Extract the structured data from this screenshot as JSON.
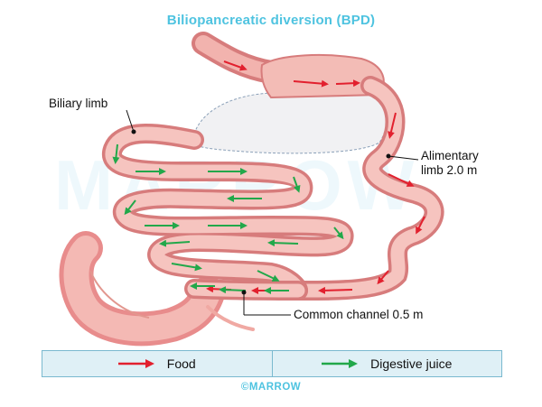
{
  "title": "Biliopancreatic diversion (BPD)",
  "labels": {
    "biliary_limb": "Biliary limb",
    "alimentary_line1": "Alimentary",
    "alimentary_line2": "limb 2.0 m",
    "common_channel": "Common channel 0.5 m"
  },
  "legend": {
    "food_label": "Food",
    "juice_label": "Digestive juice",
    "food_color": "#e2202e",
    "juice_color": "#22a84a"
  },
  "watermark": "MARROW",
  "footer": "©MARROW"
}
